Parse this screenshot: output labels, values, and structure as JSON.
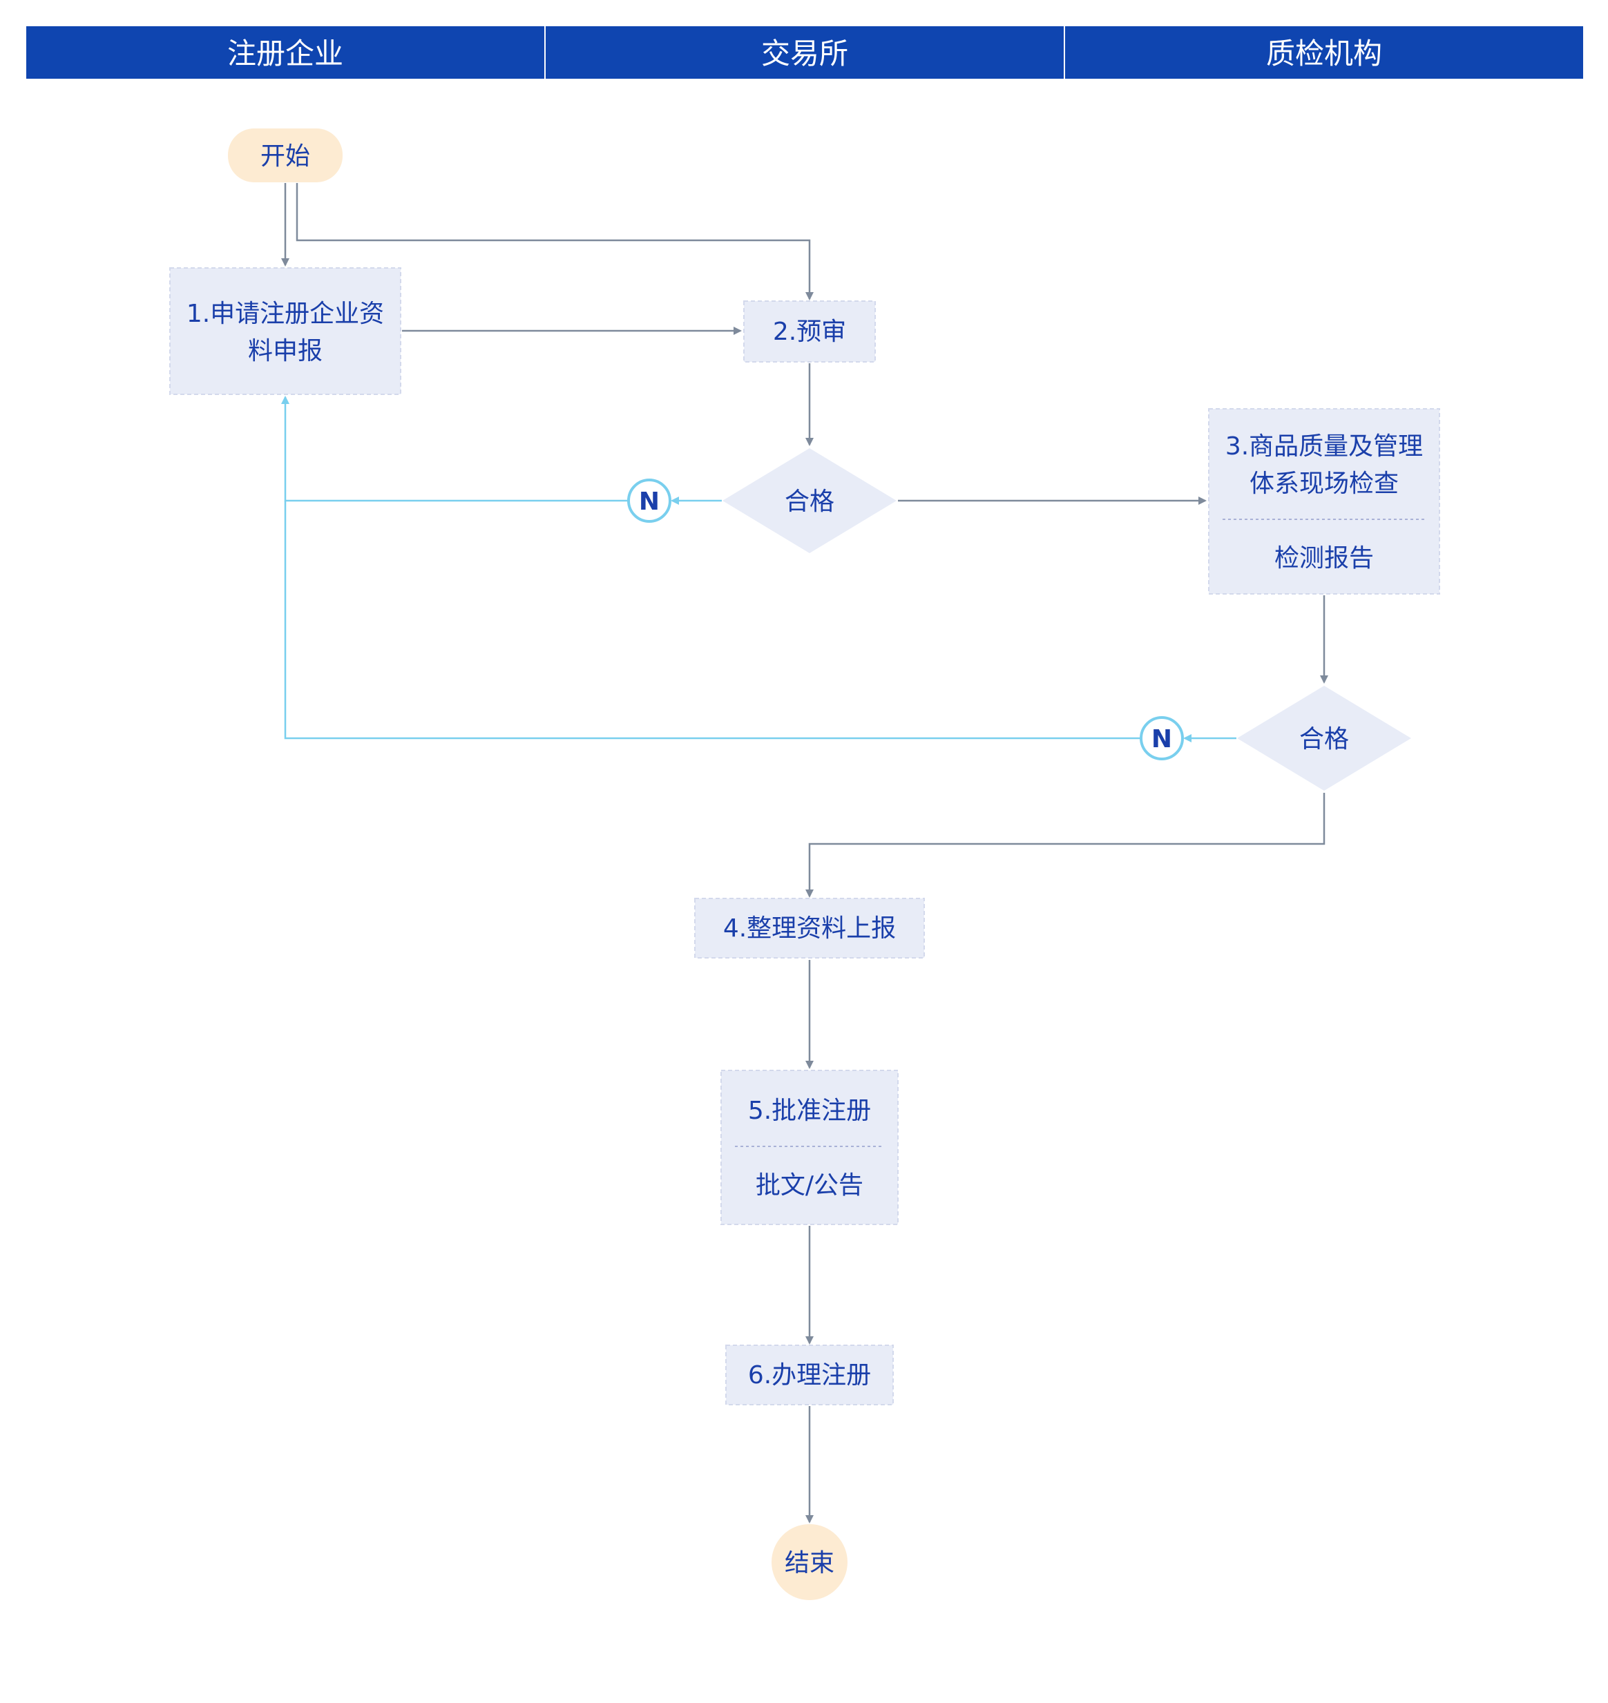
{
  "lanes": [
    "注册企业",
    "交易所",
    "质检机构"
  ],
  "nodes": {
    "start": "开始",
    "step1_line1": "1.申请注册企业资",
    "step1_line2": "料申报",
    "step2": "2.预审",
    "check1": "合格",
    "no1": "N",
    "step3_line1": "3.商品质量及管理",
    "step3_line2": "体系现场检查",
    "step3_sub": "检测报告",
    "check2": "合格",
    "no2": "N",
    "step4": "4.整理资料上报",
    "step5": "5.批准注册",
    "step5_sub": "批文/公告",
    "step6": "6.办理注册",
    "end": "结束"
  },
  "colors": {
    "header": "#0f45b0",
    "box_fill": "#e8ecf7",
    "terminal_fill": "#fdebd2",
    "text": "#1a3faa",
    "flow_line": "#7e8a9b",
    "reject_line": "#79cfee"
  }
}
